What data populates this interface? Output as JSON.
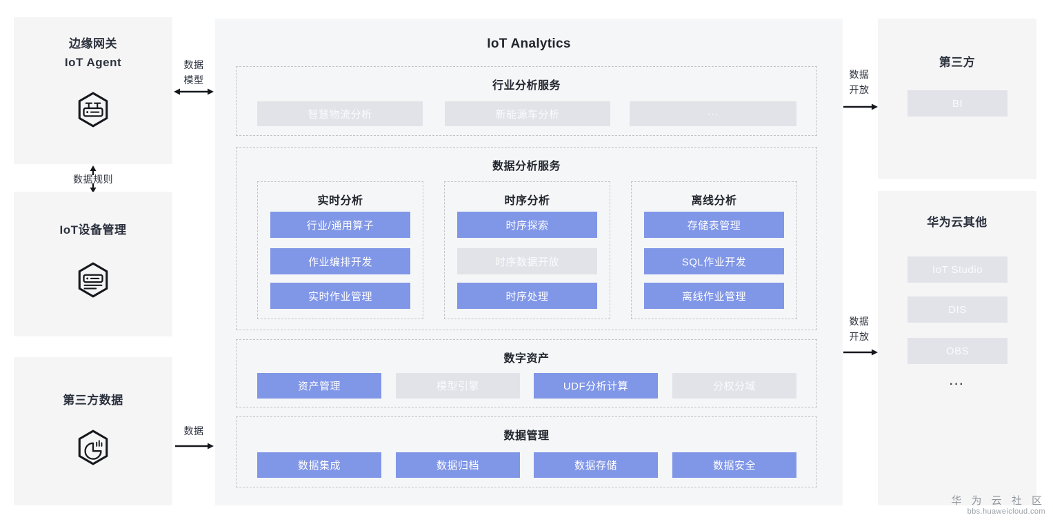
{
  "colors": {
    "blue_chip": "#8096e7",
    "gray_chip": "#e1e3e9",
    "panel_bg": "#f5f5f6",
    "dashed_border": "#c2c3c7",
    "arrow": "#15171c",
    "title_text": "#20242c",
    "watermark_text": "#8f959c"
  },
  "left_column": {
    "edge_gateway": {
      "title_line1": "边缘网关",
      "title_line2": "IoT Agent",
      "icon": "router-hexagon-icon"
    },
    "device_mgmt": {
      "title": "IoT设备管理",
      "icon": "device-list-hexagon-icon"
    },
    "third_party_data": {
      "title": "第三方数据",
      "icon": "pie-chart-hexagon-icon"
    }
  },
  "connectors": {
    "data_rules": "数据规则",
    "data_model": {
      "line1": "数据",
      "line2": "模型"
    },
    "data": "数据",
    "data_open_top": {
      "line1": "数据",
      "line2": "开放"
    },
    "data_open_bottom": {
      "line1": "数据",
      "line2": "开放"
    }
  },
  "center": {
    "title": "IoT Analytics",
    "industry_section": {
      "title": "行业分析服务",
      "buttons": [
        {
          "label": "智慧物流分析",
          "style": "gray"
        },
        {
          "label": "新能源车分析",
          "style": "gray"
        },
        {
          "label": "···",
          "style": "gray"
        }
      ]
    },
    "analysis_section": {
      "title": "数据分析服务",
      "groups": [
        {
          "title": "实时分析",
          "buttons": [
            {
              "label": "行业/通用算子",
              "style": "blue"
            },
            {
              "label": "作业编排开发",
              "style": "blue"
            },
            {
              "label": "实时作业管理",
              "style": "blue"
            }
          ]
        },
        {
          "title": "时序分析",
          "buttons": [
            {
              "label": "时序探索",
              "style": "blue"
            },
            {
              "label": "时序数据开放",
              "style": "gray"
            },
            {
              "label": "时序处理",
              "style": "blue"
            }
          ]
        },
        {
          "title": "离线分析",
          "buttons": [
            {
              "label": "存储表管理",
              "style": "blue"
            },
            {
              "label": "SQL作业开发",
              "style": "blue"
            },
            {
              "label": "离线作业管理",
              "style": "blue"
            }
          ]
        }
      ]
    },
    "asset_section": {
      "title": "数字资产",
      "buttons": [
        {
          "label": "资产管理",
          "style": "blue"
        },
        {
          "label": "模型引擎",
          "style": "gray"
        },
        {
          "label": "UDF分析计算",
          "style": "blue"
        },
        {
          "label": "分权分域",
          "style": "gray"
        }
      ]
    },
    "mgmt_section": {
      "title": "数据管理",
      "buttons": [
        {
          "label": "数据集成",
          "style": "blue"
        },
        {
          "label": "数据归档",
          "style": "blue"
        },
        {
          "label": "数据存储",
          "style": "blue"
        },
        {
          "label": "数据安全",
          "style": "blue"
        }
      ]
    }
  },
  "right_column": {
    "third_party": {
      "title": "第三方",
      "buttons": [
        {
          "label": "BI",
          "style": "gray"
        }
      ]
    },
    "huawei_other": {
      "title": "华为云其他",
      "buttons": [
        {
          "label": "IoT Studio",
          "style": "gray"
        },
        {
          "label": "DIS",
          "style": "gray"
        },
        {
          "label": "OBS",
          "style": "gray"
        }
      ],
      "more": "···"
    }
  },
  "watermark": {
    "line1": "华 为 云 社 区",
    "line2": "bbs.huaweicloud.com"
  }
}
